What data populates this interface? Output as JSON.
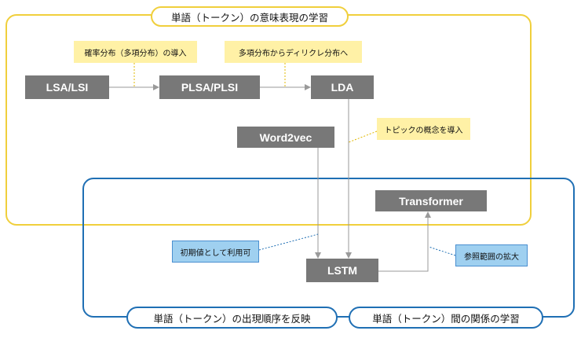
{
  "regions": {
    "semantic": "単語（トークン）の意味表現の学習",
    "order": "単語（トークン）の出現順序を反映",
    "relation": "単語（トークン）間の関係の学習"
  },
  "nodes": {
    "lsa": "LSA/LSI",
    "plsa": "PLSA/PLSI",
    "lda": "LDA",
    "word2vec": "Word2vec",
    "transformer": "Transformer",
    "lstm": "LSTM"
  },
  "notes": {
    "prob": "確率分布（多項分布）の導入",
    "dirichlet": "多項分布からディリクレ分布へ",
    "topic": "トピックの概念を導入",
    "init": "初期値として利用可",
    "range": "参照範囲の拡大"
  },
  "colors": {
    "yellow_border": "#f0cf3c",
    "blue_border": "#1f6fb4",
    "node_fill": "#787878",
    "yellow_note": "#fff1a6",
    "blue_note": "#9fd0f0",
    "arrow": "#9a9a9a"
  }
}
